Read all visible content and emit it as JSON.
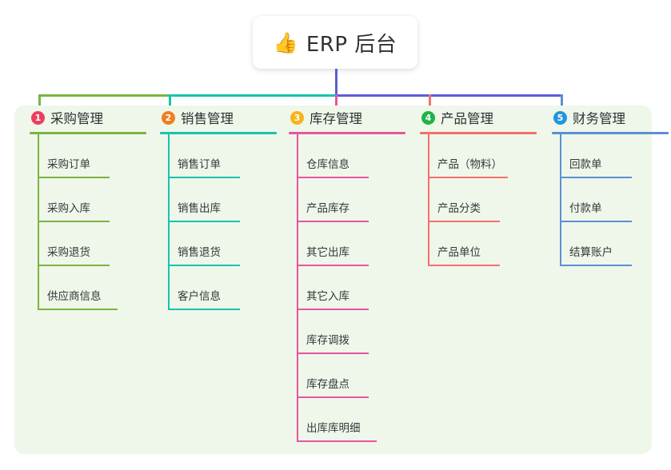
{
  "root": {
    "icon": "thumbs-up-icon",
    "icon_glyph": "👍",
    "title": "ERP 后台"
  },
  "panel": {
    "background_color": "#eef7ea"
  },
  "connector": {
    "stem_color": "#5b5fd4",
    "bar_segment_left_color": "#7cb342",
    "bar_segment_mid_color": "#16c4ae",
    "bar_segment_right_color": "#5b5fd4"
  },
  "columns": [
    {
      "index": "1",
      "badge_color": "#ec3f5e",
      "color": "#7cb342",
      "title": "采购管理",
      "items": [
        {
          "label": "采购订单"
        },
        {
          "label": "采购入库"
        },
        {
          "label": "采购退货"
        },
        {
          "label": "供应商信息"
        }
      ]
    },
    {
      "index": "2",
      "badge_color": "#f07f22",
      "color": "#16c4ae",
      "title": "销售管理",
      "items": [
        {
          "label": "销售订单"
        },
        {
          "label": "销售出库"
        },
        {
          "label": "销售退货"
        },
        {
          "label": "客户信息"
        }
      ]
    },
    {
      "index": "3",
      "badge_color": "#f5b41a",
      "color": "#e8559e",
      "title": "库存管理",
      "items": [
        {
          "label": "仓库信息"
        },
        {
          "label": "产品库存"
        },
        {
          "label": "其它出库"
        },
        {
          "label": "其它入库"
        },
        {
          "label": "库存调拨"
        },
        {
          "label": "库存盘点"
        },
        {
          "label": "出库库明细"
        }
      ]
    },
    {
      "index": "4",
      "badge_color": "#21b24b",
      "color": "#f4706a",
      "title": "产品管理",
      "items": [
        {
          "label": "产品（物料）"
        },
        {
          "label": "产品分类"
        },
        {
          "label": "产品单位"
        }
      ]
    },
    {
      "index": "5",
      "badge_color": "#2196dd",
      "color": "#5b8fd4",
      "title": "财务管理",
      "items": [
        {
          "label": "回款单"
        },
        {
          "label": "付款单"
        },
        {
          "label": "结算账户"
        }
      ]
    }
  ]
}
